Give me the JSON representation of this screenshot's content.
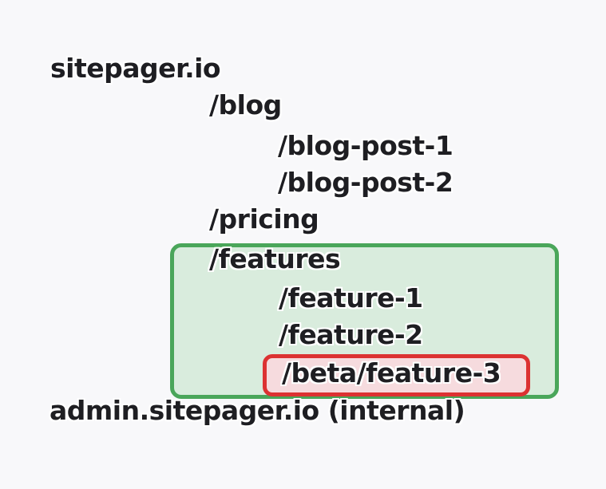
{
  "colors": {
    "canvas_bg": "#f8f8fa",
    "text_color": "#1e1e22",
    "green_border": "#4aa65a",
    "green_fill": "#d9ecdd",
    "red_border": "#dc3232",
    "red_fill": "#f6dbde"
  },
  "sitemap": {
    "nodes": [
      {
        "label": "sitepager.io",
        "level": 0
      },
      {
        "label": "/blog",
        "level": 1
      },
      {
        "label": "/blog-post-1",
        "level": 2
      },
      {
        "label": "/blog-post-2",
        "level": 2
      },
      {
        "label": "/pricing",
        "level": 1
      },
      {
        "label": "/features",
        "level": 1,
        "annotation": "green-box"
      },
      {
        "label": "/feature-1",
        "level": 2
      },
      {
        "label": "/feature-2",
        "level": 2
      },
      {
        "label": "/beta/feature-3",
        "level": 2,
        "annotation": "red-box"
      },
      {
        "label": "admin.sitepager.io (internal)",
        "level": 0
      }
    ]
  }
}
